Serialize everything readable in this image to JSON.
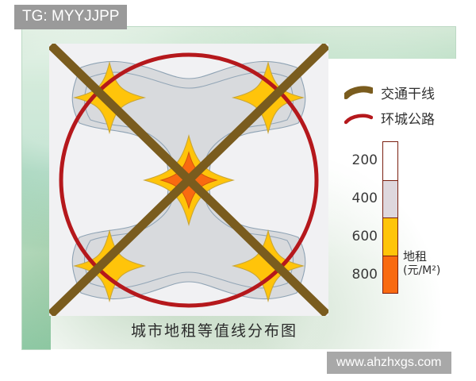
{
  "overlays": {
    "tag_badge": "TG: MYYJJPP",
    "watermark": "www.ahzhxgs.com"
  },
  "map": {
    "caption": "城市地租等值线分布图",
    "background_color": "#f1f1f3"
  },
  "legend": {
    "items": [
      {
        "label": "交通干线",
        "icon": "thick-curve-icon",
        "color": "#7a5c1e"
      },
      {
        "label": "环城公路",
        "icon": "thin-curve-icon",
        "color": "#b5181c"
      }
    ]
  },
  "colorbar": {
    "title": "地租",
    "unit": "(元/M²)",
    "border_color": "#7a1f10",
    "bands": [
      {
        "color": "#ffffff"
      },
      {
        "color": "#ded7dd"
      },
      {
        "color": "#ffc40a"
      },
      {
        "color": "#f96a11"
      }
    ],
    "ticks": [
      "200",
      "400",
      "600",
      "800"
    ]
  },
  "chart_data": {
    "type": "heatmap",
    "title": "城市地租等值线分布图",
    "xlabel": "",
    "ylabel": "",
    "legend_position": "right",
    "grid": false,
    "value_label": "地租",
    "value_unit": "元/M²",
    "contour_levels": [
      200,
      400,
      600,
      800
    ],
    "level_colors": [
      "#ffffff",
      "#ded7dd",
      "#ffc40a",
      "#f96a11"
    ],
    "peaks": [
      {
        "name": "city-center",
        "x": 0.5,
        "y": 0.5,
        "max_level": 800
      },
      {
        "name": "northwest-subcenter",
        "x": 0.2,
        "y": 0.2,
        "max_level": 600
      },
      {
        "name": "northeast-subcenter",
        "x": 0.8,
        "y": 0.2,
        "max_level": 600
      },
      {
        "name": "southwest-subcenter",
        "x": 0.2,
        "y": 0.8,
        "max_level": 600
      },
      {
        "name": "southeast-subcenter",
        "x": 0.8,
        "y": 0.8,
        "max_level": 600
      }
    ],
    "overlays": [
      {
        "name": "交通干线",
        "type": "line",
        "color": "#7a5c1e",
        "shape": "two-diagonals-crossing"
      },
      {
        "name": "环城公路",
        "type": "line",
        "color": "#b5181c",
        "shape": "ring-circle"
      }
    ]
  }
}
